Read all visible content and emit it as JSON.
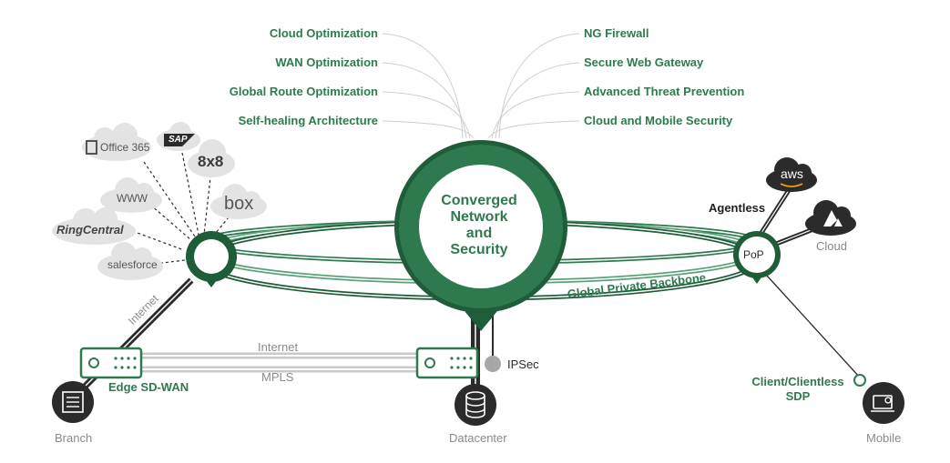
{
  "features_left": [
    "Cloud Optimization",
    "WAN Optimization",
    "Global Route Optimization",
    "Self-healing Architecture"
  ],
  "features_right": [
    "NG Firewall",
    "Secure Web Gateway",
    "Advanced Threat Prevention",
    "Cloud and Mobile Security"
  ],
  "center": {
    "line1": "Converged",
    "line2": "Network",
    "line3": "and",
    "line4": "Security"
  },
  "clouds": {
    "office": "Office 365",
    "sap": "SAP",
    "eightx8": "8x8",
    "www": "WWW",
    "box": "box",
    "ringcentral": "RingCentral",
    "salesforce": "salesforce",
    "aws": "aws",
    "azure_label": "Cloud"
  },
  "pop": {
    "label": "PoP",
    "agentless": "Agentless"
  },
  "backbone": "Global Private Backbone",
  "links": {
    "internet_diag": "Internet",
    "internet": "Internet",
    "mpls": "MPLS",
    "ipsec": "IPSec"
  },
  "edge": "Edge SD-WAN",
  "sdp": {
    "line1": "Client/Clientless",
    "line2": "SDP"
  },
  "nodes": {
    "branch": "Branch",
    "datacenter": "Datacenter",
    "mobile": "Mobile"
  },
  "colors": {
    "green": "#2e7a4e",
    "dark_green": "#1f5c38",
    "light_green": "#5aa37a",
    "dark": "#2b2b2b",
    "grey": "#cfcfcf"
  }
}
